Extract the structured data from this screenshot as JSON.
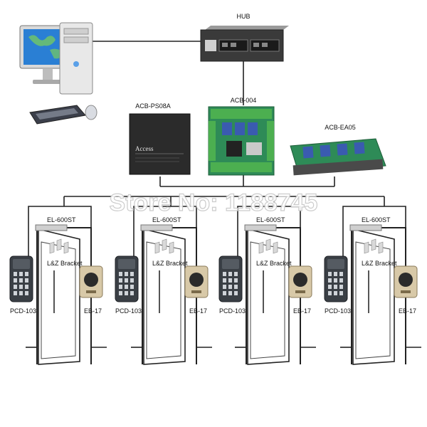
{
  "watermark": "Store No: 1188745",
  "devices": {
    "hub": "HUB",
    "power_supply": "ACB-PS08A",
    "power_supply_face": "Access",
    "controller": "ACB-004",
    "expansion": "ACB-EA05"
  },
  "door_units": [
    {
      "lock": "EL-600ST",
      "bracket": "L&Z Bracket",
      "reader": "PCD-103",
      "exit_button": "EB-17"
    },
    {
      "lock": "EL-600ST",
      "bracket": "L&Z Bracket",
      "reader": "PCD-103",
      "exit_button": "EB-17"
    },
    {
      "lock": "EL-600ST",
      "bracket": "L&Z Bracket",
      "reader": "PCD-103",
      "exit_button": "EB-17"
    },
    {
      "lock": "EL-600ST",
      "bracket": "L&Z Bracket",
      "reader": "PCD-103",
      "exit_button": "EB-17"
    }
  ],
  "colors": {
    "screen": "#2a7fd4",
    "board": "#2e8b57",
    "device_dark": "#2b2b2b",
    "relay_blue": "#3a5bb0"
  }
}
